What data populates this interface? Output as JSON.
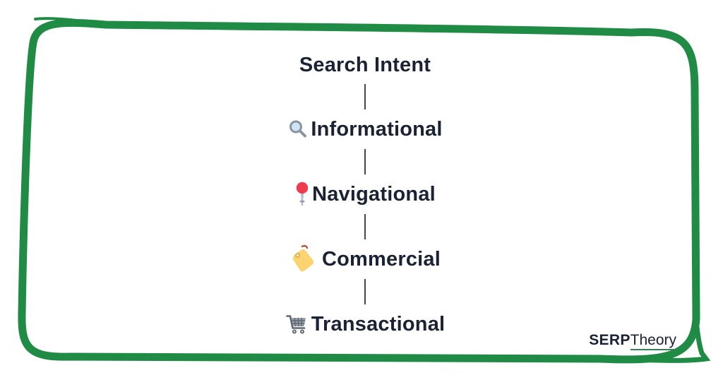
{
  "diagram": {
    "title": "Search Intent",
    "items": [
      {
        "label": "Informational",
        "icon": "magnifying-glass-icon"
      },
      {
        "label": "Navigational",
        "icon": "round-pushpin-icon"
      },
      {
        "label": "Commercial",
        "icon": "label-tag-icon"
      },
      {
        "label": "Transactional",
        "icon": "shopping-cart-icon"
      }
    ],
    "connector_count": 4
  },
  "branding": {
    "logo_bold": "SERP",
    "logo_regular": "Theory"
  },
  "colors": {
    "frame_green": "#1f8b45",
    "text_navy": "#1a2233",
    "connector_gray": "#3f4757",
    "logo_underline_green": "#3c8057",
    "magnifier_lens_blue": "#cfe4f6",
    "magnifier_ring_gray": "#8a949f",
    "pushpin_red": "#ee3b4d",
    "tag_yellow": "#fbd470",
    "cart_gray": "#5f6872"
  }
}
